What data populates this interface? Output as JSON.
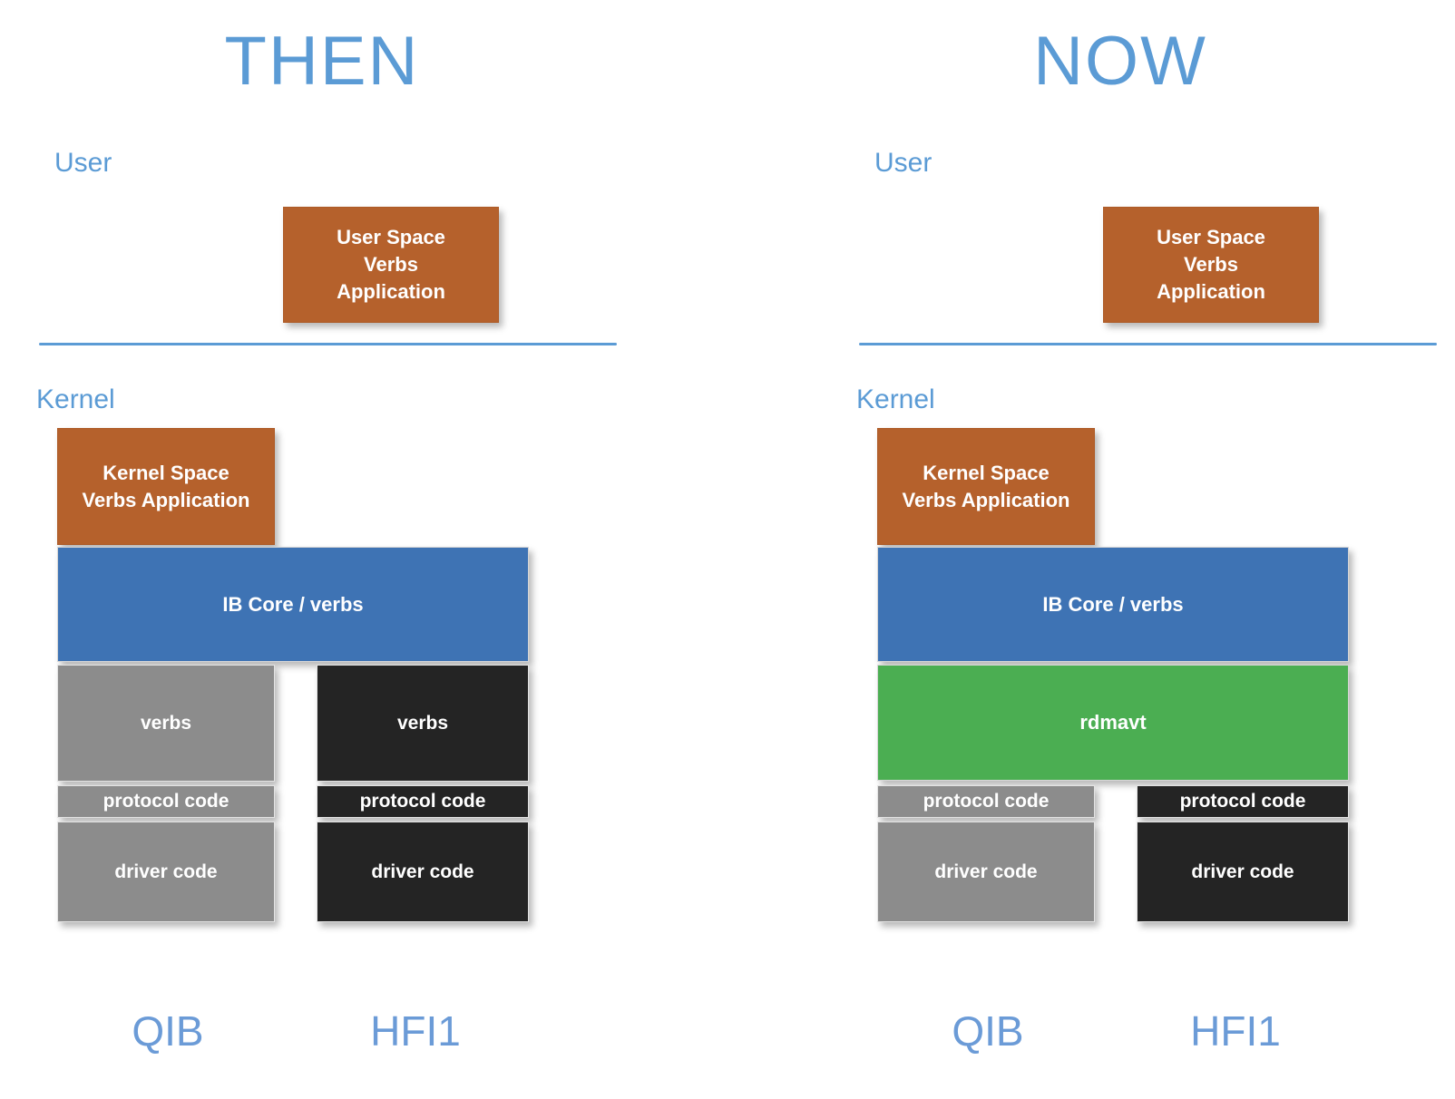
{
  "colors": {
    "heading_blue": "#5b9bd5",
    "footer_blue": "#6b9bd7",
    "divider_blue": "#5b9bd5",
    "box_orange": "#b5612c",
    "box_blue": "#3e73b4",
    "box_green": "#4bae52",
    "box_gray": "#8c8c8c",
    "box_dark": "#242424",
    "box_text": "#ffffff"
  },
  "then": {
    "title": "THEN",
    "user_label": "User",
    "kernel_label": "Kernel",
    "user_app": "User Space Verbs Application",
    "kernel_app": "Kernel Space Verbs Application",
    "ib_core": "IB Core / verbs",
    "qib_verbs": "verbs",
    "hfi1_verbs": "verbs",
    "qib_protocol": "protocol code",
    "hfi1_protocol": "protocol code",
    "qib_driver": "driver code",
    "hfi1_driver": "driver code",
    "qib_label": "QIB",
    "hfi1_label": "HFI1"
  },
  "now": {
    "title": "NOW",
    "user_label": "User",
    "kernel_label": "Kernel",
    "user_app": "User Space Verbs Application",
    "kernel_app": "Kernel Space Verbs Application",
    "ib_core": "IB Core / verbs",
    "rdmavt": "rdmavt",
    "qib_protocol": "protocol code",
    "hfi1_protocol": "protocol code",
    "qib_driver": "driver code",
    "hfi1_driver": "driver code",
    "qib_label": "QIB",
    "hfi1_label": "HFI1"
  }
}
